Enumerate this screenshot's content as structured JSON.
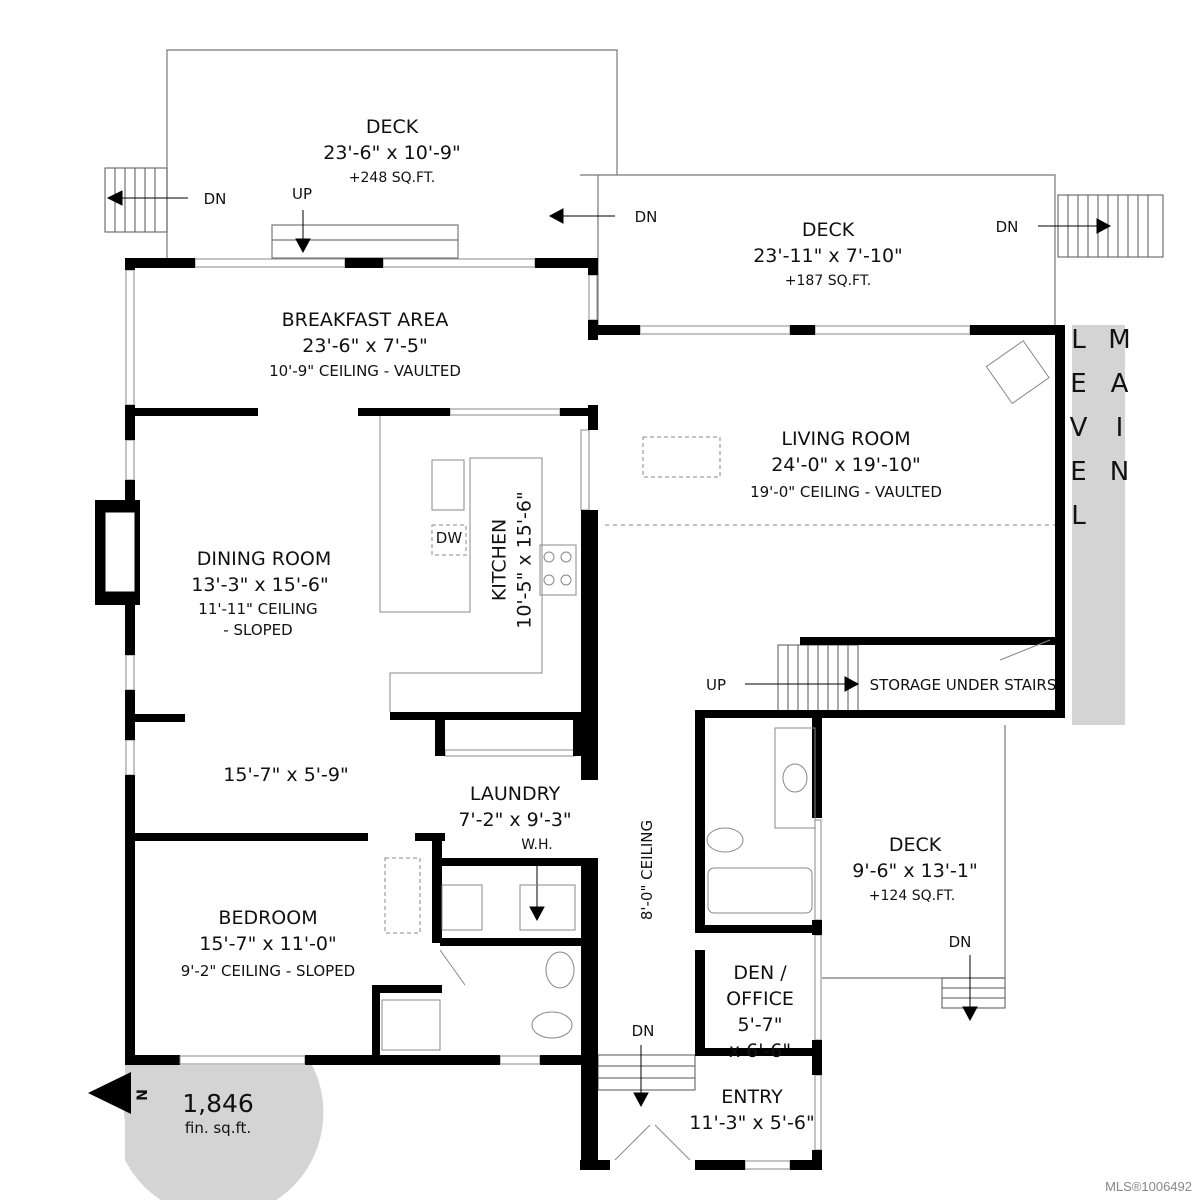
{
  "level_label": "MAIN LEVEL",
  "rooms": {
    "deck_north": {
      "name": "DECK",
      "size": "23'-6\" x 10'-9\"",
      "area": "+248 SQ.FT."
    },
    "deck_east": {
      "name": "DECK",
      "size": "23'-11\" x 7'-10\"",
      "area": "+187 SQ.FT."
    },
    "deck_south": {
      "name": "DECK",
      "size": "9'-6\" x 13'-1\"",
      "area": "+124 SQ.FT."
    },
    "breakfast": {
      "name": "BREAKFAST AREA",
      "size": "23'-6\" x 7'-5\"",
      "ceiling": "10'-9\" CEILING - VAULTED"
    },
    "living": {
      "name": "LIVING ROOM",
      "size": "24'-0\" x 19'-10\"",
      "ceiling": "19'-0\" CEILING - VAULTED"
    },
    "dining": {
      "name": "DINING ROOM",
      "size": "13'-3\" x 15'-6\"",
      "ceiling": "11'-11\" CEILING",
      "ceiling2": "- SLOPED"
    },
    "dining_nook": {
      "size": "15'-7\" x 5'-9\""
    },
    "kitchen": {
      "name": "KITCHEN",
      "size": "10'-5\" x 15'-6\""
    },
    "laundry": {
      "name": "LAUNDRY",
      "size": "7'-2\" x 9'-3\"",
      "wh": "W.H."
    },
    "bedroom": {
      "name": "BEDROOM",
      "size": "15'-7\" x 11'-0\"",
      "ceiling": "9'-2\" CEILING - SLOPED"
    },
    "den": {
      "name1": "DEN /",
      "name2": "OFFICE",
      "size1": "5'-7\"",
      "size2": "x 6'-6\""
    },
    "entry": {
      "name": "ENTRY",
      "size": "11'-3\" x 5'-6\""
    },
    "hall": {
      "ceiling": "8'-0\" CEILING"
    },
    "storage": {
      "name": "STORAGE UNDER STAIRS"
    }
  },
  "stairs": {
    "dn": "DN",
    "up": "UP"
  },
  "appliances": {
    "dishwasher": "DW"
  },
  "summary": {
    "area": "1,846",
    "unit": "fin. sq.ft.",
    "north": "N"
  },
  "watermark": "MLS®1006492",
  "colors": {
    "wall": "#000000",
    "badge": "#d4d4d4"
  }
}
